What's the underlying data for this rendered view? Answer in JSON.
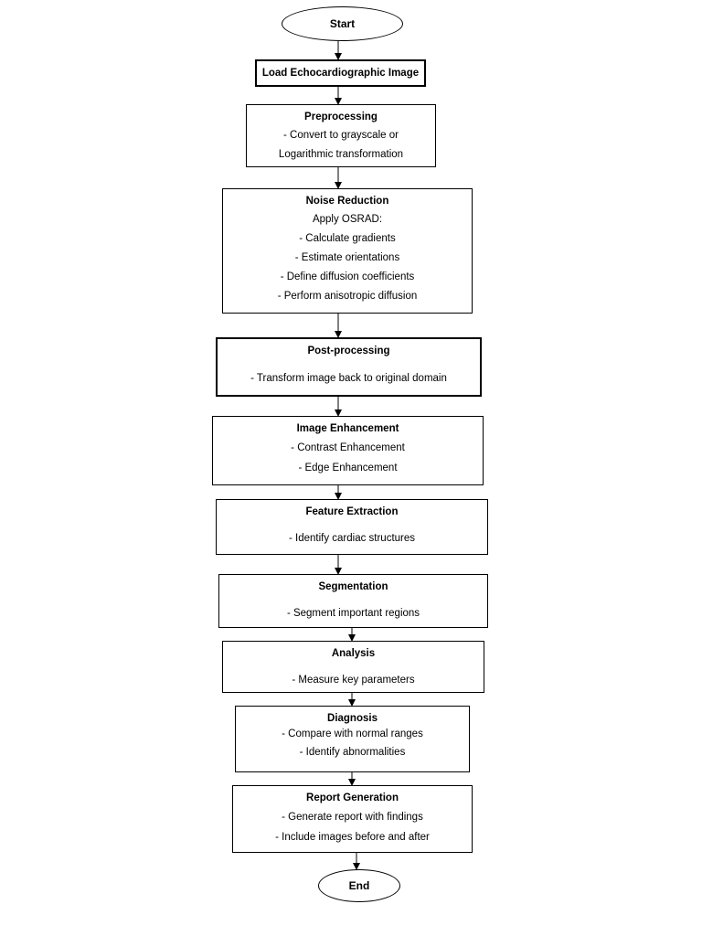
{
  "start": "Start",
  "end": "End",
  "steps": [
    {
      "title": "Load Echocardiographic Image",
      "lines": []
    },
    {
      "title": "Preprocessing",
      "lines": [
        "- Convert to grayscale   or",
        "Logarithmic transformation"
      ]
    },
    {
      "title": "Noise Reduction",
      "lines": [
        "Apply OSRAD:",
        "- Calculate gradients",
        "- Estimate orientations",
        "- Define diffusion coefficients",
        "- Perform anisotropic diffusion"
      ]
    },
    {
      "title": "Post-processing",
      "lines": [
        "- Transform image back to original domain"
      ]
    },
    {
      "title": "Image Enhancement",
      "lines": [
        "- Contrast Enhancement",
        "- Edge Enhancement"
      ]
    },
    {
      "title": "Feature Extraction",
      "lines": [
        "- Identify cardiac structures"
      ]
    },
    {
      "title": "Segmentation",
      "lines": [
        "- Segment important regions"
      ]
    },
    {
      "title": "Analysis",
      "lines": [
        "- Measure key parameters"
      ]
    },
    {
      "title": "Diagnosis",
      "lines": [
        "- Compare with normal ranges",
        "- Identify abnormalities"
      ]
    },
    {
      "title": "Report Generation",
      "lines": [
        "- Generate report with findings",
        "- Include images before and after"
      ]
    }
  ]
}
